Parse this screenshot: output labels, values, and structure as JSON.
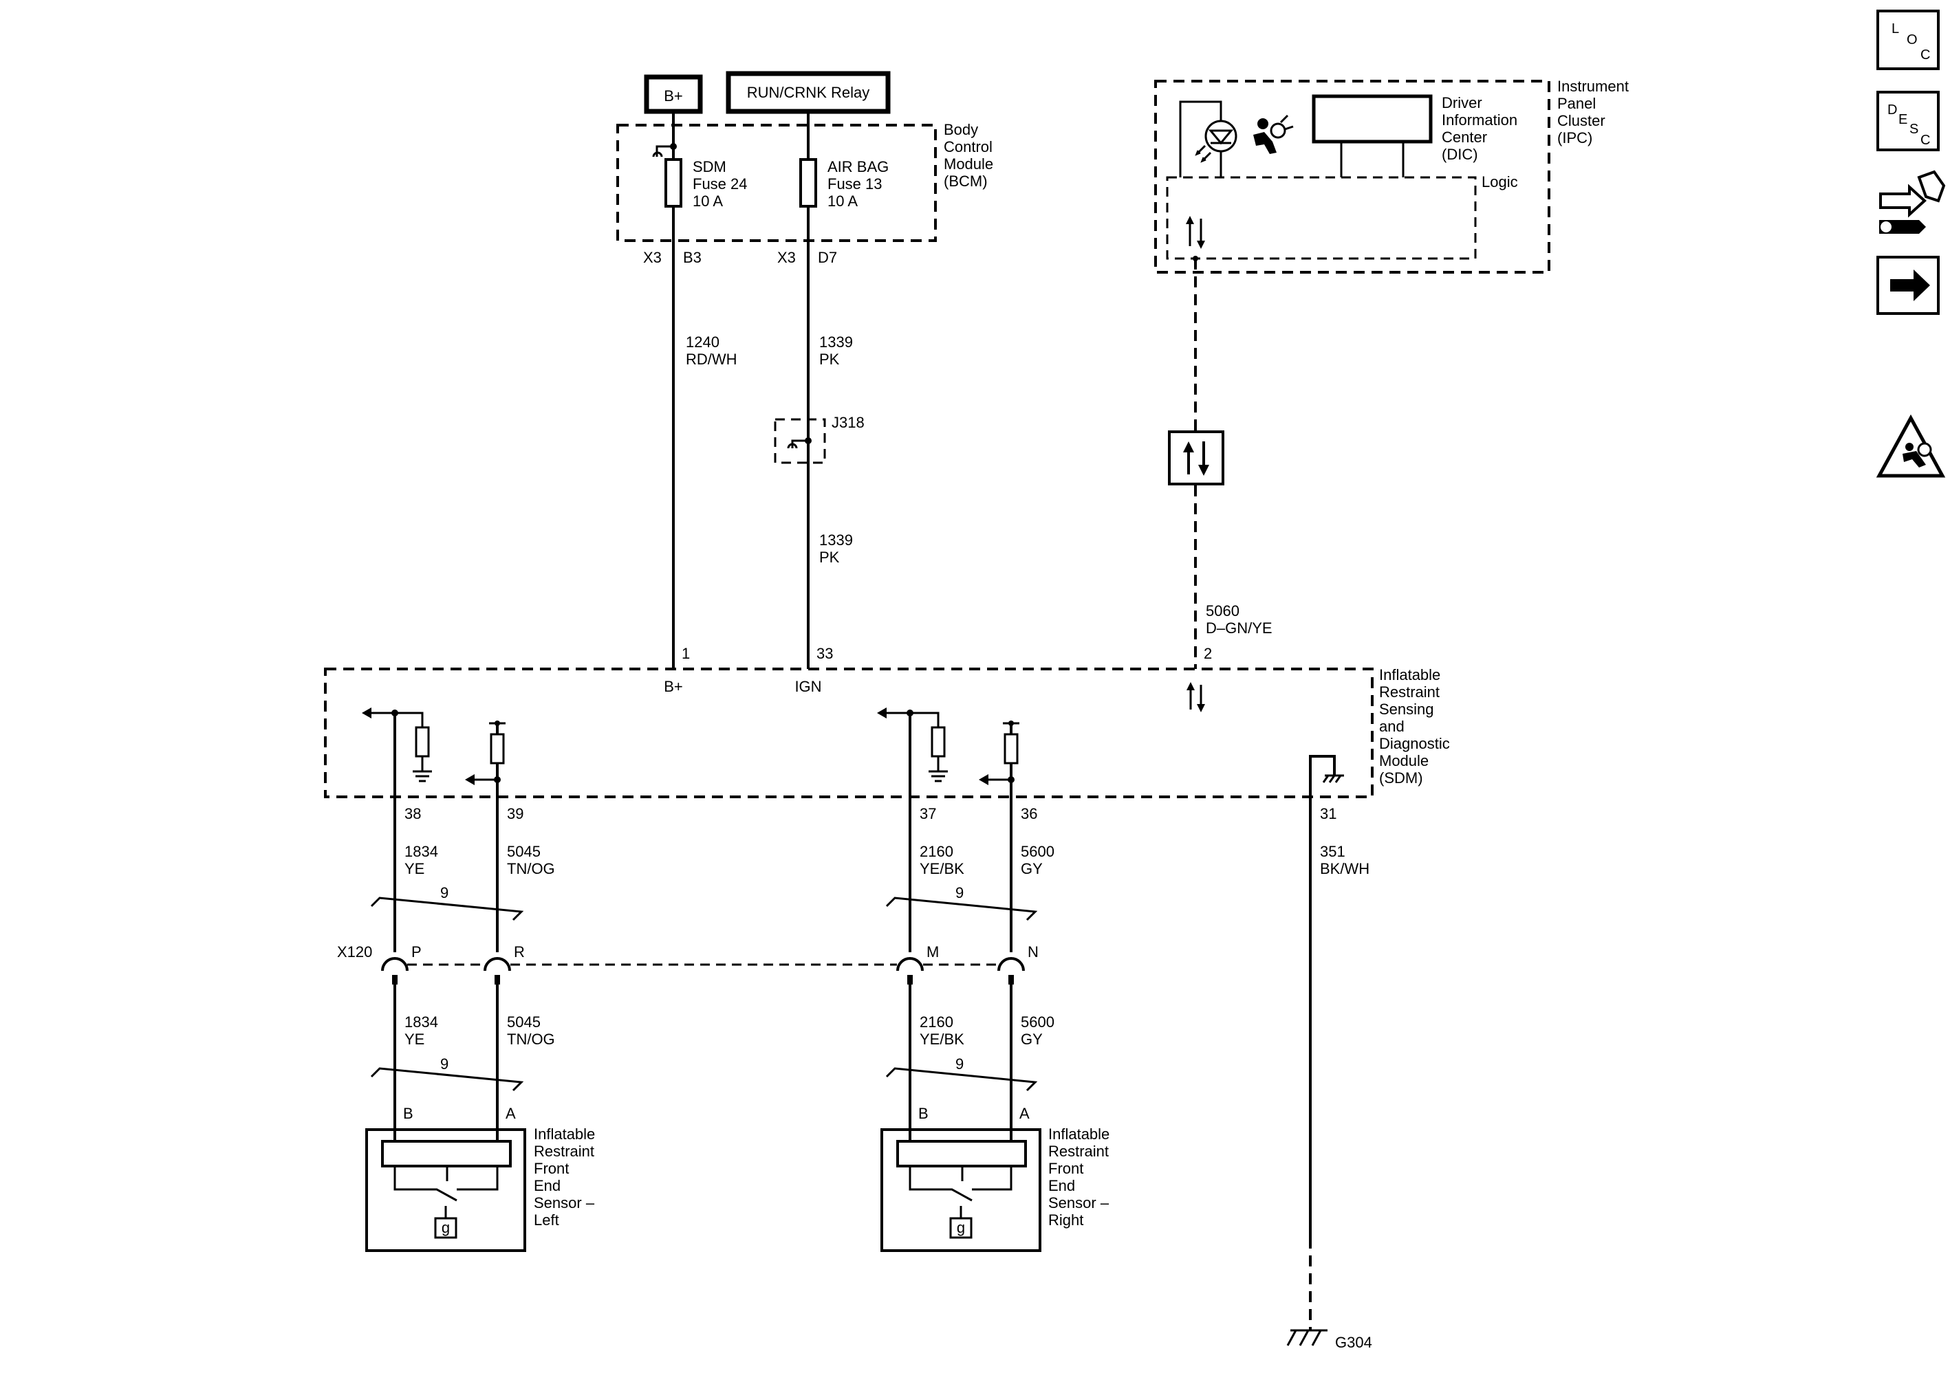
{
  "bplus_box": "B+",
  "relay_box": "RUN/CRNK Relay",
  "bcm": {
    "name": [
      "Body",
      "Control",
      "Module",
      "(BCM)"
    ],
    "fuse1": [
      "SDM",
      "Fuse 24",
      "10 A"
    ],
    "fuse2": [
      "AIR BAG",
      "Fuse 13",
      "10 A"
    ],
    "pin1": [
      "X3",
      "B3"
    ],
    "pin2": [
      "X3",
      "D7"
    ]
  },
  "ipc": {
    "name": [
      "Instrument",
      "Panel",
      "Cluster",
      "(IPC)"
    ],
    "dic": [
      "Driver",
      "Information",
      "Center",
      "(DIC)"
    ],
    "logic": "Logic"
  },
  "wires": {
    "w1240": [
      "1240",
      "RD/WH"
    ],
    "w1339a": [
      "1339",
      "PK"
    ],
    "w1339b": [
      "1339",
      "PK"
    ],
    "w5060": [
      "5060",
      "D–GN/YE"
    ],
    "w1834a": [
      "1834",
      "YE"
    ],
    "w5045a": [
      "5045",
      "TN/OG"
    ],
    "w2160a": [
      "2160",
      "YE/BK"
    ],
    "w5600a": [
      "5600",
      "GY"
    ],
    "w1834b": [
      "1834",
      "YE"
    ],
    "w5045b": [
      "5045",
      "TN/OG"
    ],
    "w2160b": [
      "2160",
      "YE/BK"
    ],
    "w5600b": [
      "5600",
      "GY"
    ],
    "w351": [
      "351",
      "BK/WH"
    ]
  },
  "splice": "J318",
  "sdm": {
    "name": [
      "Inflatable",
      "Restraint",
      "Sensing",
      "and",
      "Diagnostic",
      "Module",
      "(SDM)"
    ],
    "pins": {
      "p1": "1",
      "p33": "33",
      "p2": "2",
      "p38": "38",
      "p39": "39",
      "p37": "37",
      "p36": "36",
      "p31": "31"
    },
    "bplus": "B+",
    "ign": "IGN"
  },
  "twist": {
    "t1": "9",
    "t2": "9",
    "t3": "9",
    "t4": "9"
  },
  "connector": {
    "name": "X120",
    "p": "P",
    "r": "R",
    "m": "M",
    "n": "N"
  },
  "sensor_left": {
    "b": "B",
    "a": "A",
    "name": [
      "Inflatable",
      "Restraint",
      "Front",
      "End",
      "Sensor –",
      "Left"
    ]
  },
  "sensor_right": {
    "b": "B",
    "a": "A",
    "name": [
      "Inflatable",
      "Restraint",
      "Front",
      "End",
      "Sensor –",
      "Right"
    ]
  },
  "g_label": "g",
  "ground": "G304",
  "side_icons": {
    "loc": [
      "L",
      "O",
      "C"
    ],
    "desc": [
      "D",
      "E",
      "S",
      "C"
    ],
    "items": [
      "loc-icon",
      "desc-icon",
      "connector-repair-icon",
      "next-arrow-icon",
      "airbag-warning-icon"
    ]
  }
}
